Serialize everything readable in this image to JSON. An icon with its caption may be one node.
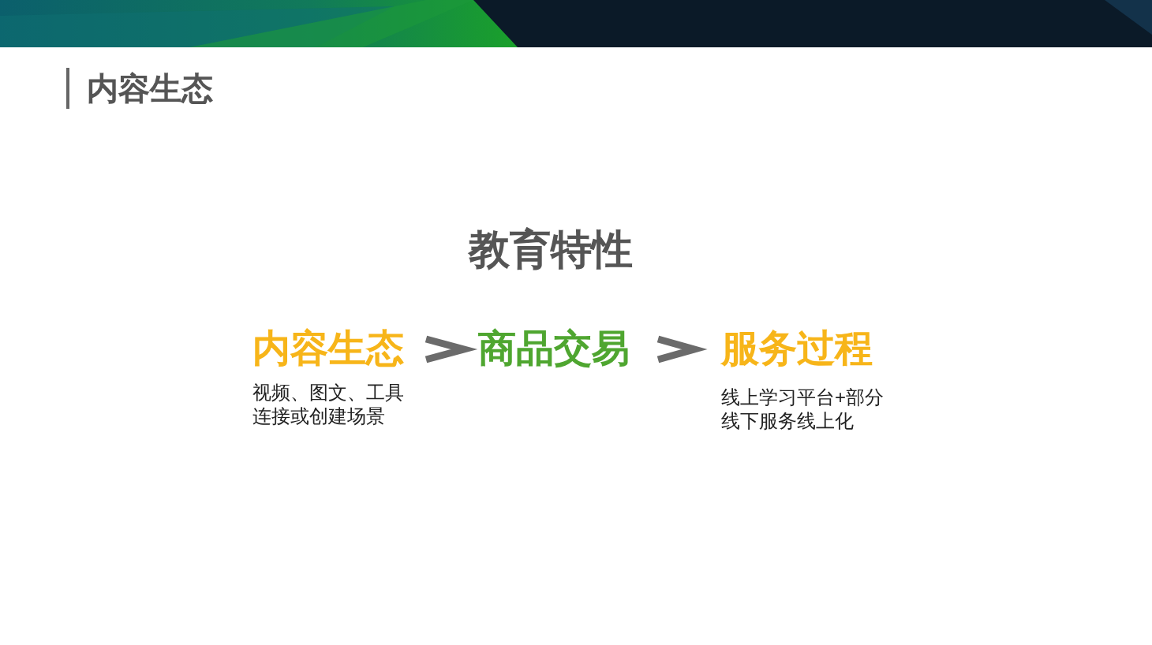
{
  "diagram": {
    "title": "内容生态",
    "nodes": [
      {
        "text": [
          "内容生态"
        ],
        "beside": [
          "视频、图文、工具连接或创建场景"
        ]
      },
      {
        "text": [
          "商品交易"
        ]
      },
      {
        "text": [
          "服务过程"
        ],
        "beside": [
          "线上学习平台+部分线下服务线上化"
        ]
      }
    ],
    "edges": [
      {
        "from": 0,
        "to": 1,
        "arrow": "to"
      },
      {
        "from": 1,
        "to": 2,
        "arrow": "to"
      }
    ],
    "labels": [
      "教育特性"
    ]
  }
}
